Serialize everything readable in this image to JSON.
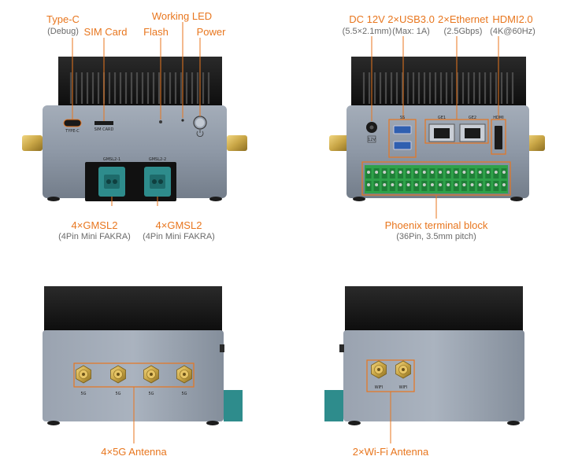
{
  "panels": {
    "front": {
      "callouts": [
        {
          "id": "type-c",
          "label": "Type-C",
          "sub": "(Debug)"
        },
        {
          "id": "sim",
          "label": "SIM Card",
          "sub": ""
        },
        {
          "id": "flash",
          "label": "Flash",
          "sub": ""
        },
        {
          "id": "led",
          "label": "Working LED",
          "sub": ""
        },
        {
          "id": "power",
          "label": "Power",
          "sub": ""
        },
        {
          "id": "gmsl1",
          "label": "4×GMSL2",
          "sub": "(4Pin Mini FAKRA)"
        },
        {
          "id": "gmsl2",
          "label": "4×GMSL2",
          "sub": "(4Pin Mini FAKRA)"
        }
      ],
      "port_labels": {
        "type_c": "TYPE-C",
        "sim": "SIM CARD",
        "gmsl1": "GMSL2-1",
        "gmsl2": "GMSL2-2"
      }
    },
    "rear": {
      "callouts": [
        {
          "id": "dc",
          "label": "DC 12V",
          "sub": "(5.5×2.1mm)"
        },
        {
          "id": "usb",
          "label": "2×USB3.0",
          "sub": "(Max: 1A)"
        },
        {
          "id": "eth",
          "label": "2×Ethernet",
          "sub": "(2.5Gbps)"
        },
        {
          "id": "hdmi",
          "label": "HDMI2.0",
          "sub": "(4K@60Hz)"
        },
        {
          "id": "phoenix",
          "label": "Phoenix terminal block",
          "sub": "(36Pin, 3.5mm pitch)"
        }
      ],
      "port_labels": {
        "usb": "SS",
        "ge1": "GE1",
        "ge2": "GE2",
        "hdmi": "HDMI",
        "dc": "12V"
      }
    },
    "side_5g": {
      "callouts": [
        {
          "id": "5g",
          "label": "4×5G Antenna",
          "sub": ""
        }
      ],
      "port_labels": [
        "5G",
        "5G",
        "5G",
        "5G"
      ]
    },
    "side_wifi": {
      "callouts": [
        {
          "id": "wifi",
          "label": "2×Wi-Fi Antenna",
          "sub": ""
        }
      ],
      "port_labels": [
        "WIFI",
        "WIFI"
      ]
    }
  },
  "colors": {
    "accent": "#e8761e",
    "subtext": "#6a6a6a",
    "chassis": "#8e98a6",
    "chassis_dark": "#5c6570",
    "heatsink": "#1e1e1e",
    "gmsl_connector": "#2e8c8c",
    "terminal": "#2ea24a",
    "brass": "#c9a646"
  }
}
